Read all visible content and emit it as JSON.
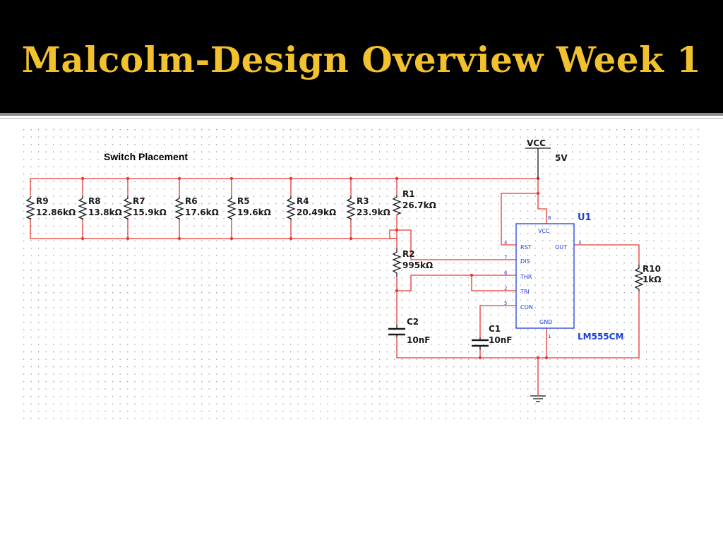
{
  "slide": {
    "title": "Malcolm-Design Overview Week 1"
  },
  "schematic": {
    "note": "Switch Placement",
    "supply": {
      "label": "VCC",
      "value": "5V"
    },
    "resistors": [
      {
        "ref": "R9",
        "value": "12.86kΩ"
      },
      {
        "ref": "R8",
        "value": "13.8kΩ"
      },
      {
        "ref": "R7",
        "value": "15.9kΩ"
      },
      {
        "ref": "R6",
        "value": "17.6kΩ"
      },
      {
        "ref": "R5",
        "value": "19.6kΩ"
      },
      {
        "ref": "R4",
        "value": "20.49kΩ"
      },
      {
        "ref": "R3",
        "value": "23.9kΩ"
      },
      {
        "ref": "R1",
        "value": "26.7kΩ"
      },
      {
        "ref": "R2",
        "value": "995kΩ"
      },
      {
        "ref": "R10",
        "value": "1kΩ"
      }
    ],
    "capacitors": [
      {
        "ref": "C2",
        "value": "10nF"
      },
      {
        "ref": "C1",
        "value": "10nF"
      }
    ],
    "ic": {
      "ref": "U1",
      "part": "LM555CM",
      "pins": [
        {
          "name": "VCC",
          "number": "8"
        },
        {
          "name": "RST",
          "number": "4"
        },
        {
          "name": "OUT",
          "number": "3"
        },
        {
          "name": "DIS",
          "number": "7"
        },
        {
          "name": "THR",
          "number": "6"
        },
        {
          "name": "TRI",
          "number": "2"
        },
        {
          "name": "CON",
          "number": "5"
        },
        {
          "name": "GND",
          "number": "1"
        }
      ]
    },
    "colors": {
      "wire": "#e53935",
      "component": "#1a1a1a",
      "ic_outline": "#1e3fd8",
      "ic_label": "#1e3fd8",
      "grid_dot": "#9a9a9a",
      "title": "#f2c12e"
    }
  }
}
